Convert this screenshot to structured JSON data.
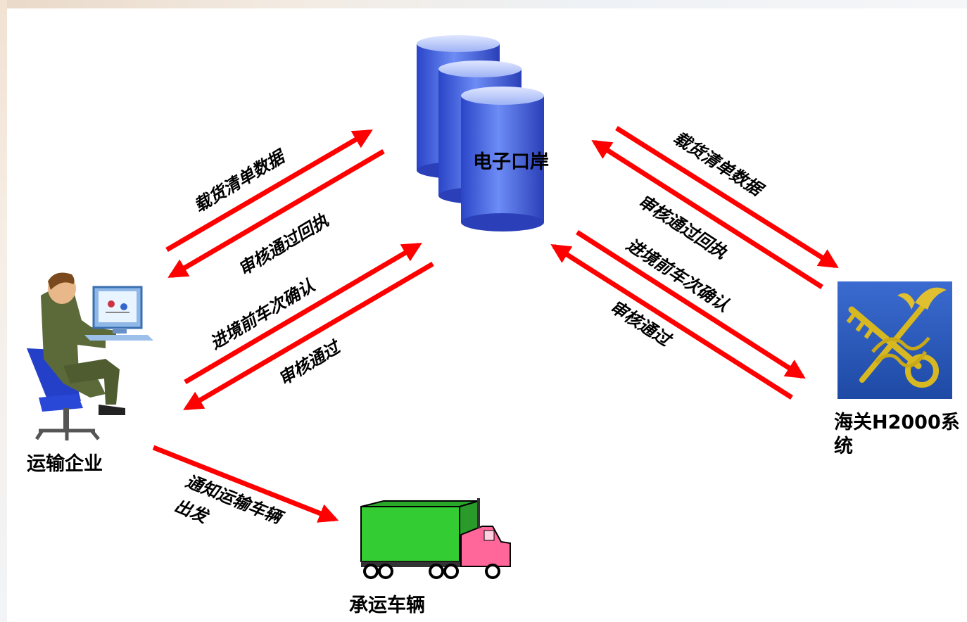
{
  "nodes": {
    "port": {
      "label": "电子口岸",
      "icon": "database-icon"
    },
    "company": {
      "label": "运输企业",
      "icon": "person-at-computer-icon"
    },
    "customs": {
      "label_line1": "海关H2000系",
      "label_line2": "统",
      "icon": "customs-emblem-icon"
    },
    "truck": {
      "label": "承运车辆",
      "icon": "truck-icon"
    }
  },
  "flows": {
    "left_manifest": "载货清单数据",
    "left_receipt": "审核通过回执",
    "left_confirm": "进境前车次确认",
    "left_approved": "审核通过",
    "right_manifest": "载货清单数据",
    "right_receipt": "审核通过回执",
    "right_confirm": "进境前车次确认",
    "right_approved": "审核通过",
    "notify_line1": "通知运输车辆",
    "notify_line2": "出发"
  },
  "colors": {
    "arrow": "#ff0000",
    "database_blue": "#3b5fe0",
    "truck_green": "#33cc33",
    "truck_cab": "#ff6699",
    "customs_bg": "#2f5db8",
    "customs_gold": "#d8b820"
  }
}
